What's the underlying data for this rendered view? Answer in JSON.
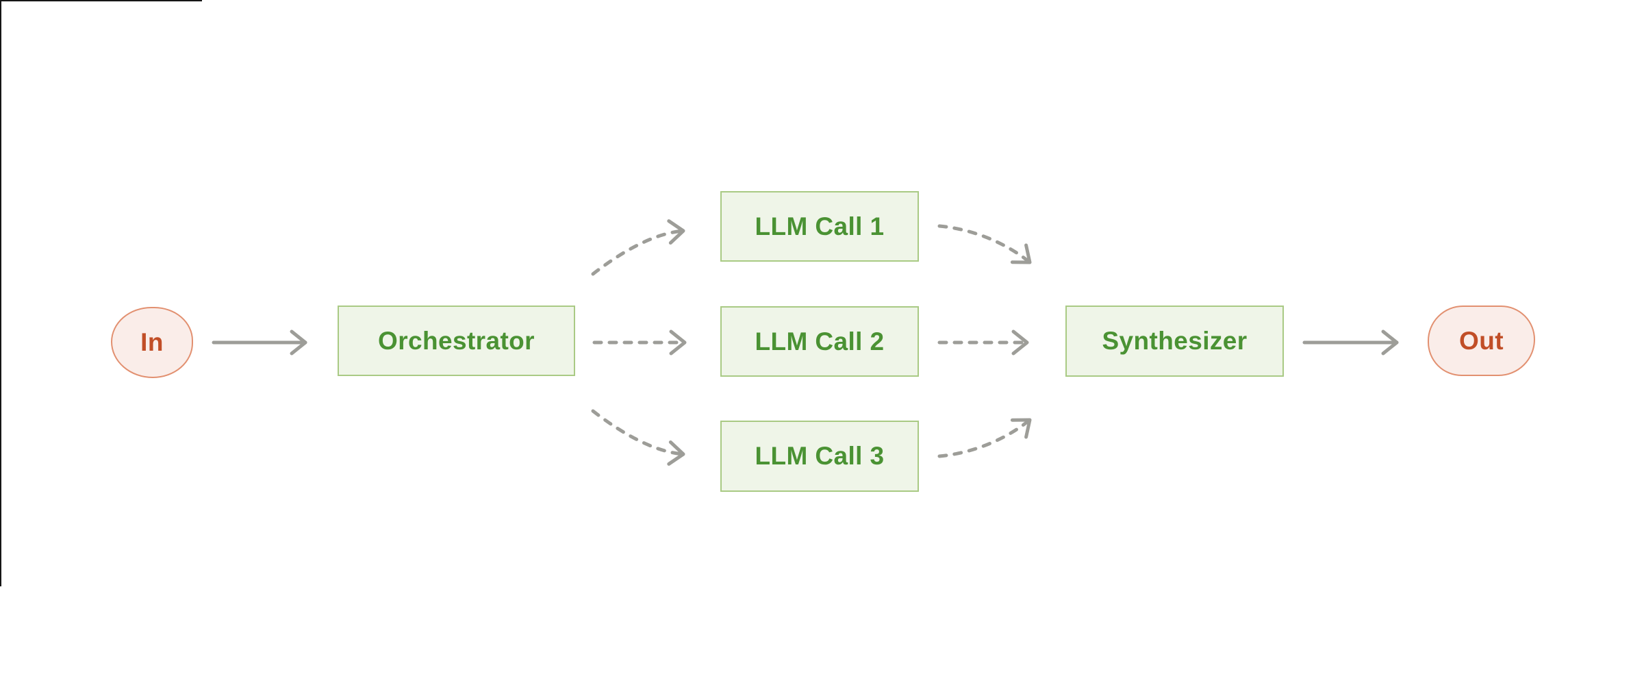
{
  "diagram": {
    "nodes": {
      "in": {
        "label": "In",
        "type": "terminal"
      },
      "orchestrator": {
        "label": "Orchestrator",
        "type": "process"
      },
      "llm_call_1": {
        "label": "LLM Call 1",
        "type": "process"
      },
      "llm_call_2": {
        "label": "LLM Call 2",
        "type": "process"
      },
      "llm_call_3": {
        "label": "LLM Call 3",
        "type": "process"
      },
      "synthesizer": {
        "label": "Synthesizer",
        "type": "process"
      },
      "out": {
        "label": "Out",
        "type": "terminal"
      }
    },
    "edges": [
      {
        "from": "in",
        "to": "orchestrator",
        "style": "solid"
      },
      {
        "from": "orchestrator",
        "to": "llm_call_1",
        "style": "dashed"
      },
      {
        "from": "orchestrator",
        "to": "llm_call_2",
        "style": "dashed"
      },
      {
        "from": "orchestrator",
        "to": "llm_call_3",
        "style": "dashed"
      },
      {
        "from": "llm_call_1",
        "to": "synthesizer",
        "style": "dashed"
      },
      {
        "from": "llm_call_2",
        "to": "synthesizer",
        "style": "dashed"
      },
      {
        "from": "llm_call_3",
        "to": "synthesizer",
        "style": "dashed"
      },
      {
        "from": "synthesizer",
        "to": "out",
        "style": "solid"
      }
    ]
  },
  "colors": {
    "background": "#FFFFFF",
    "process_fill": "#EFF5E8",
    "process_border": "#A9CA84",
    "process_text": "#4A9233",
    "terminal_fill": "#FAEDE9",
    "terminal_border": "#E29070",
    "terminal_text": "#C14E27",
    "arrow": "#9D9D98",
    "edge_artifact": "#161616"
  }
}
